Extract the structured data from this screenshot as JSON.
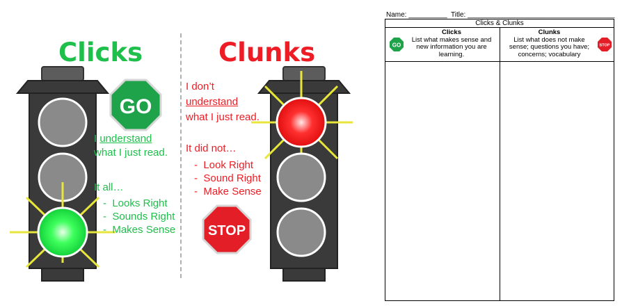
{
  "left_panel": {
    "clicks_title": "Clicks",
    "clunks_title": "Clunks",
    "go_sign": "GO",
    "stop_sign": "STOP",
    "clicks_text": {
      "understand_prefix": "I ",
      "understand_word": "understand",
      "understand_line2": "what I just read.",
      "it_all": "It all…",
      "items": [
        "Looks Right",
        "Sounds Right",
        "Makes Sense"
      ]
    },
    "clunks_text": {
      "line1": "I don’t",
      "line2": "understand",
      "line3": "what I just read.",
      "it_did_not": "It did not…",
      "items": [
        "Look Right",
        "Sound Right",
        "Make Sense"
      ]
    },
    "bullet": "-"
  },
  "worksheet": {
    "name_label": "Name: __________",
    "title_label": "Title: ______________________________________",
    "heading": "Clicks & Clunks",
    "col_clicks": {
      "header": "Clicks",
      "icon": "GO",
      "lines": [
        "List what makes sense and",
        "new information you are",
        "learning."
      ]
    },
    "col_clunks": {
      "header": "Clunks",
      "icon": "STOP",
      "lines": [
        "List what does not make",
        "sense; questions you have;",
        "concerns; vocabulary"
      ]
    }
  },
  "colors": {
    "green": "#1fbf4c",
    "red": "#ee1c24",
    "light_body": "#3a3a3a",
    "lamp_off": "#8a8a8a",
    "glow": "#e8e63a"
  }
}
